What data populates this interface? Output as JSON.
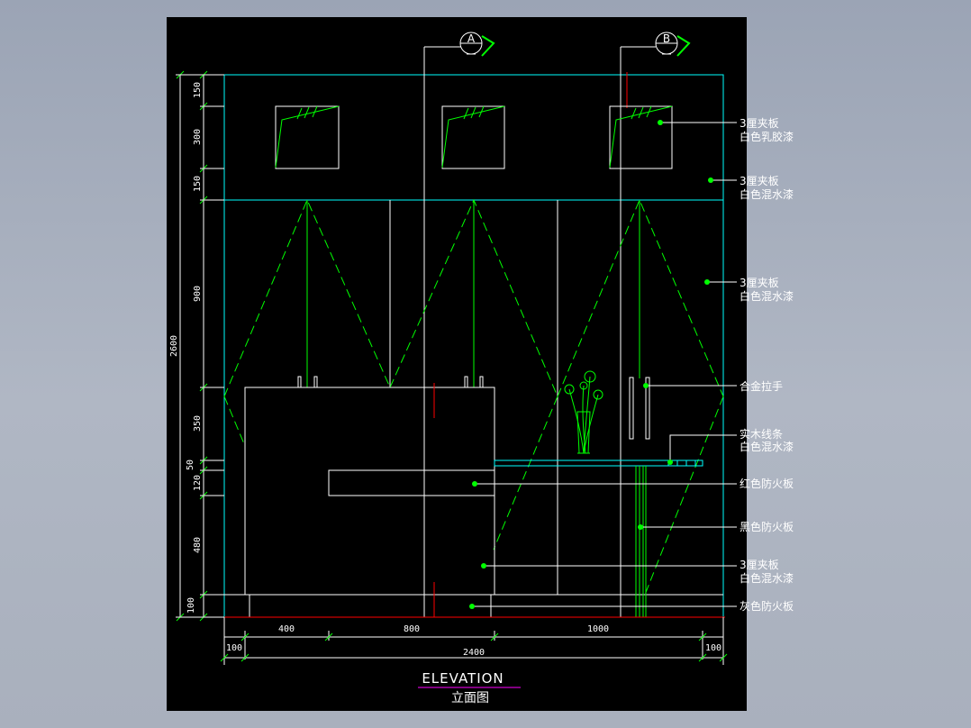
{
  "drawing": {
    "title_en": "ELEVATION",
    "title_cn": "立面图",
    "section_markers": [
      "A",
      "B"
    ]
  },
  "dimensions": {
    "left_vertical": [
      "150",
      "300",
      "150",
      "900",
      "350",
      "50",
      "120",
      "480",
      "100"
    ],
    "total_height": "2600",
    "bottom_row1": [
      "400",
      "800",
      "1000"
    ],
    "bottom_row2_left": "100",
    "bottom_row2_total": "2400",
    "bottom_row2_right": "100"
  },
  "annotations": [
    {
      "line1": "3厘夹板",
      "line2": "白色乳胶漆"
    },
    {
      "line1": "3厘夹板",
      "line2": "白色混水漆"
    },
    {
      "line1": "3厘夹板",
      "line2": "白色混水漆"
    },
    {
      "line1": "合金拉手",
      "line2": ""
    },
    {
      "line1": "实木线条",
      "line2": "白色混水漆"
    },
    {
      "line1": "红色防火板",
      "line2": ""
    },
    {
      "line1": "黑色防火板",
      "line2": ""
    },
    {
      "line1": "3厘夹板",
      "line2": "白色混水漆"
    },
    {
      "line1": "灰色防火板",
      "line2": ""
    }
  ],
  "colors": {
    "background": "#000000",
    "cyan": "#00ffff",
    "green": "#00ff00",
    "white": "#ffffff",
    "red": "#ff0000",
    "magenta": "#ff00ff"
  }
}
